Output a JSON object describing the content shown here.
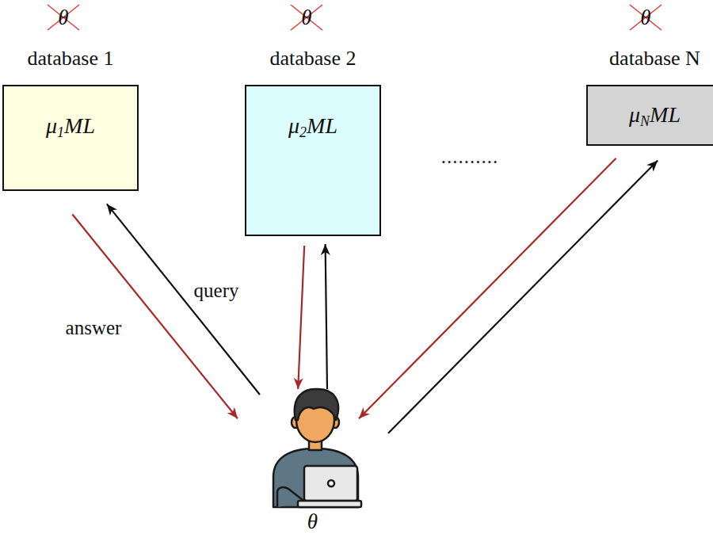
{
  "diagram": {
    "nodes": [
      {
        "text": [
          "database 1",
          "μ1ML"
        ]
      },
      {
        "text": [
          "database 2",
          "μ2ML"
        ]
      },
      {
        "text": [
          "database N",
          "μNML"
        ]
      },
      {
        "text": [
          "θ"
        ]
      }
    ],
    "edges": [
      {
        "from": 0,
        "to": 3,
        "arrow": "to",
        "label": "answer"
      },
      {
        "from": 3,
        "to": 0,
        "arrow": "to",
        "label": "query"
      },
      {
        "from": 1,
        "to": 3,
        "arrow": "to"
      },
      {
        "from": 3,
        "to": 1,
        "arrow": "to"
      },
      {
        "from": 2,
        "to": 3,
        "arrow": "to"
      },
      {
        "from": 3,
        "to": 2,
        "arrow": "to"
      }
    ],
    "labels": [
      "θ",
      "θ",
      "θ",
      ".........."
    ]
  }
}
